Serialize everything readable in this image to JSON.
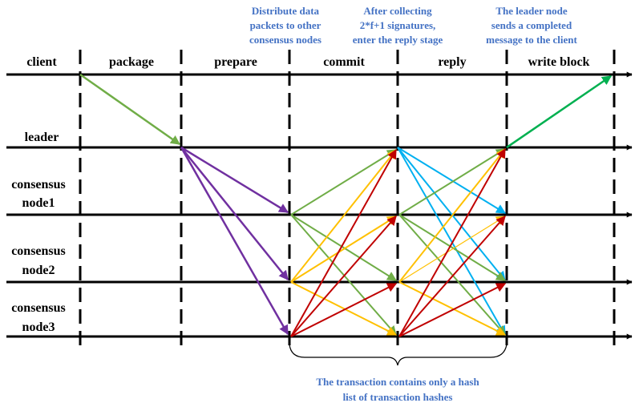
{
  "phases": [
    "client",
    "package",
    "prepare",
    "commit",
    "reply",
    "write block"
  ],
  "nodes": {
    "leader": "leader",
    "node1": [
      "consensus",
      "node1"
    ],
    "node2": [
      "consensus",
      "node2"
    ],
    "node3": [
      "consensus",
      "node3"
    ]
  },
  "annotations": {
    "commit": [
      "Distribute data",
      "packets to other",
      "consensus nodes"
    ],
    "reply": [
      "After collecting",
      "2*f+1 signatures,",
      "enter the reply stage"
    ],
    "write": [
      "The leader node",
      "sends a completed",
      "message to the client"
    ],
    "bottom": [
      "The transaction contains only a hash",
      "list of transaction hashes"
    ]
  },
  "colors": {
    "client_to_leader": "#70AD47",
    "prepare": "#7030A0",
    "commit_from_node1": "#70AD47",
    "commit_from_node2": "#FFC000",
    "commit_from_node3": "#C00000",
    "reply_from_leader": "#00B0F0",
    "reply_from_node1": "#70AD47",
    "reply_from_node2": "#FFC000",
    "reply_from_node3": "#C00000",
    "leader_to_client": "#00B050",
    "annotation_text": "#4472C4"
  }
}
